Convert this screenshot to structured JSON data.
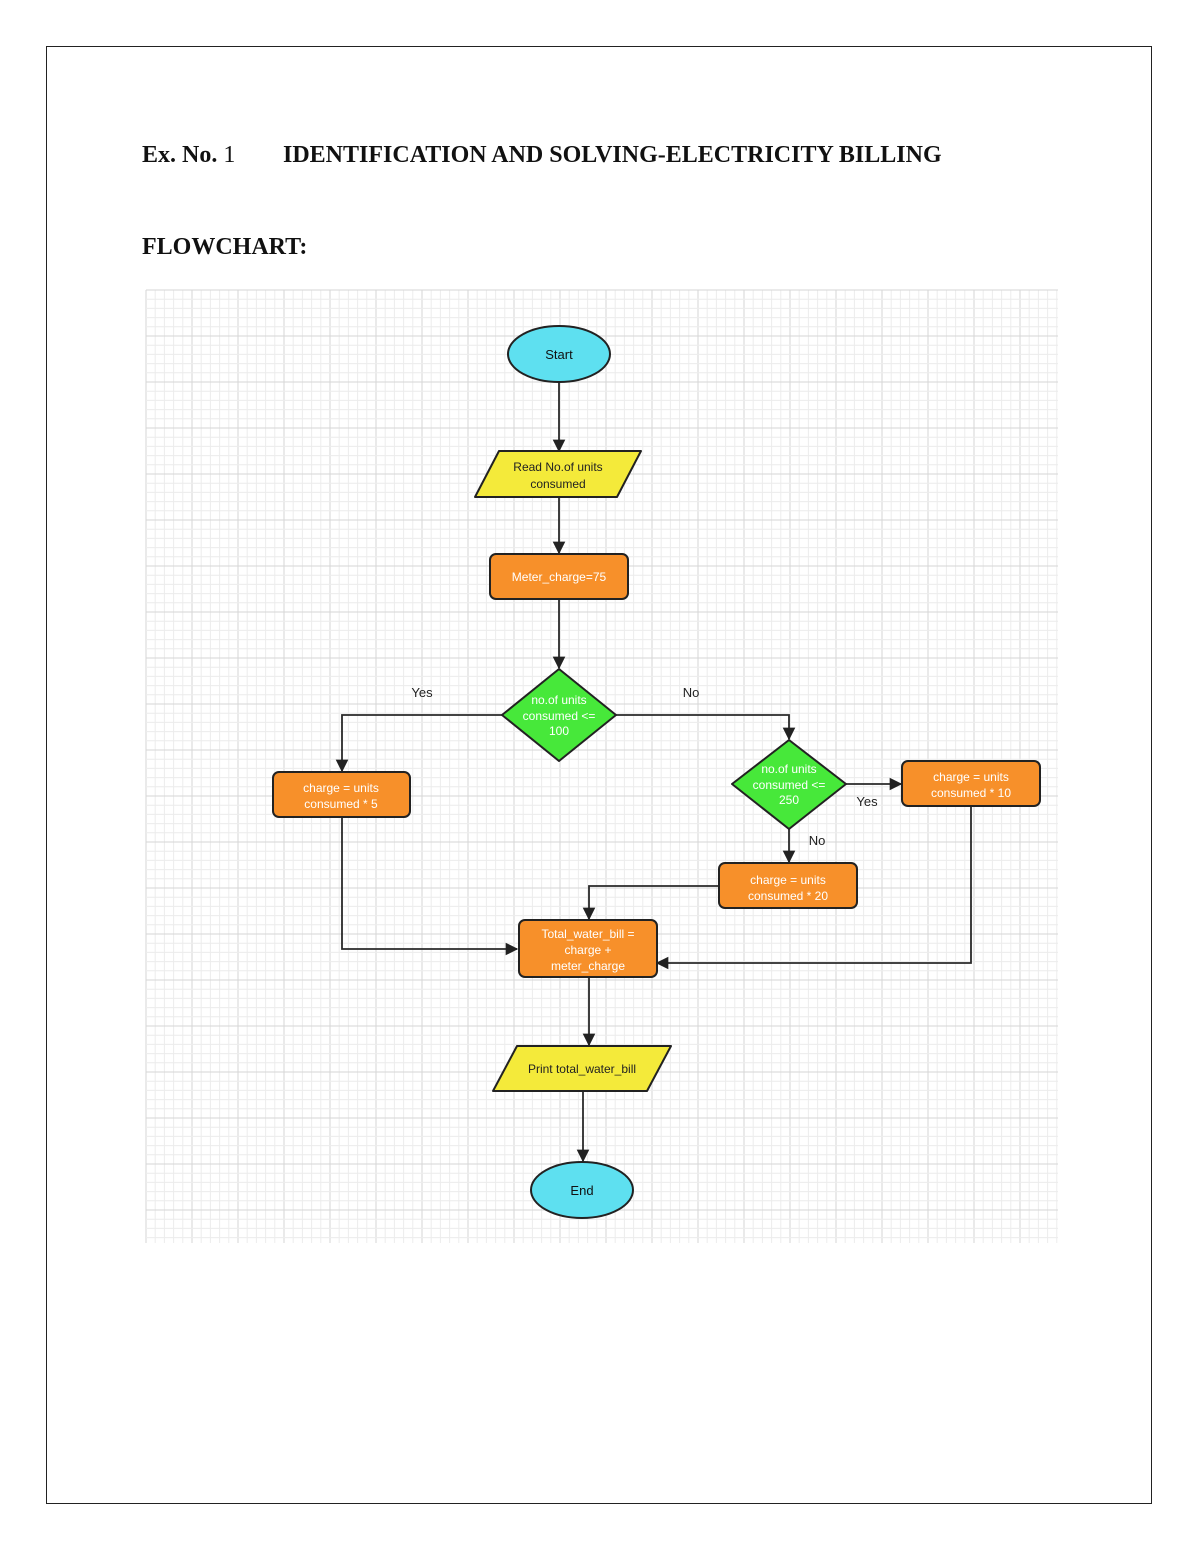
{
  "header": {
    "exno_label": "Ex. No.",
    "exno_number": "1",
    "title": "IDENTIFICATION AND SOLVING-ELECTRICITY BILLING",
    "section": "FLOWCHART:"
  },
  "flowchart": {
    "start": "Start",
    "read_line1": "Read No.of units",
    "read_line2": "consumed",
    "meter_charge": "Meter_charge=75",
    "decision1_line1": "no.of units",
    "decision1_line2": "consumed <=",
    "decision1_line3": "100",
    "yes_left": "Yes",
    "no_right": "No",
    "charge5_line1": "charge = units",
    "charge5_line2": "consumed * 5",
    "decision2_line1": "no.of units",
    "decision2_line2": "consumed <=",
    "decision2_line3": "250",
    "yes_right": "Yes",
    "no_down": "No",
    "charge10_line1": "charge = units",
    "charge10_line2": "consumed * 10",
    "charge20_line1": "charge = units",
    "charge20_line2": "consumed * 20",
    "total_line1": "Total_water_bill =",
    "total_line2": "charge +",
    "total_line3": "meter_charge",
    "print": "Print total_water_bill",
    "end": "End"
  },
  "colors": {
    "terminal": "#5ee0f0",
    "io": "#f4ea3a",
    "process": "#f7902a",
    "decision": "#47e83a",
    "grid_minor": "#ececec",
    "grid_major": "#d6d6d6"
  }
}
